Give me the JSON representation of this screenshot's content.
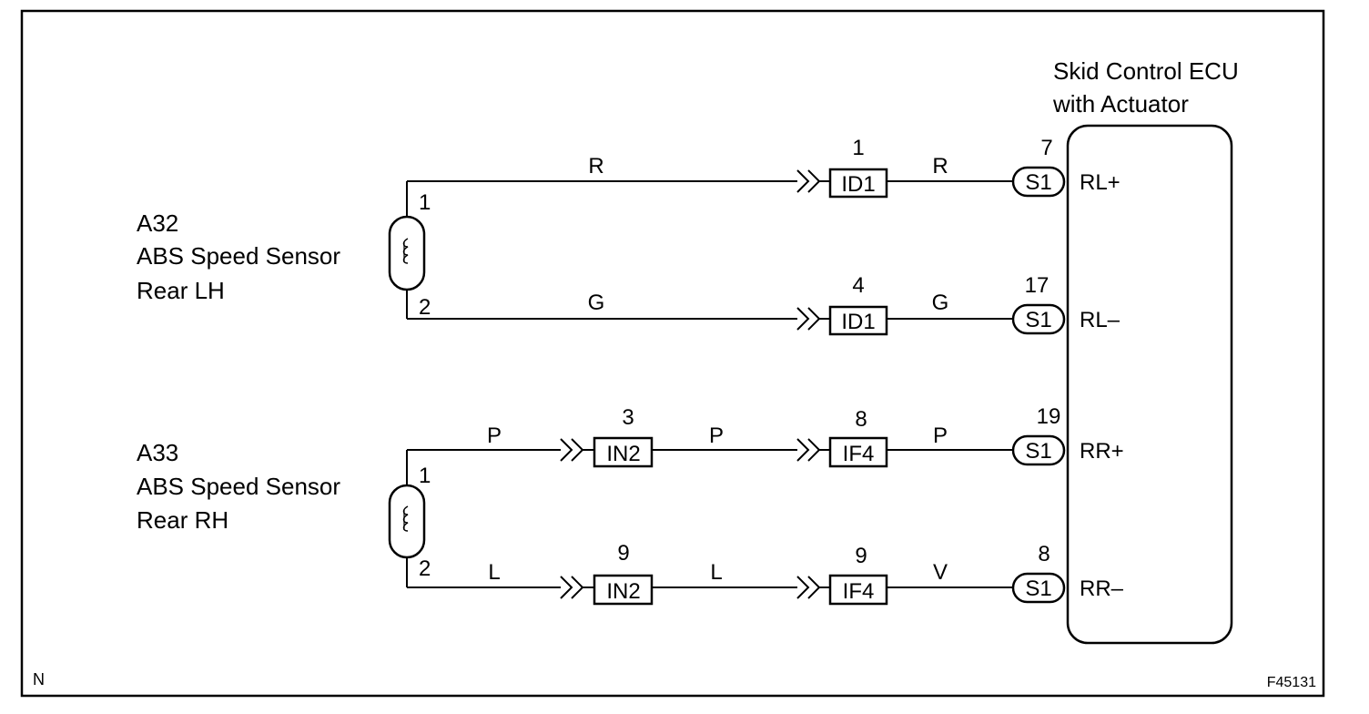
{
  "ecu": {
    "name_line1": "Skid Control ECU",
    "name_line2": "with Actuator",
    "pins": [
      {
        "number": "7",
        "connector": "S1",
        "terminal": "RL+"
      },
      {
        "number": "17",
        "connector": "S1",
        "terminal": "RL–"
      },
      {
        "number": "19",
        "connector": "S1",
        "terminal": "RR+"
      },
      {
        "number": "8",
        "connector": "S1",
        "terminal": "RR–"
      }
    ]
  },
  "sensors": [
    {
      "code": "A32",
      "name": "ABS Speed Sensor",
      "side": "Rear LH",
      "pin_top": "1",
      "pin_bottom": "2"
    },
    {
      "code": "A33",
      "name": "ABS Speed Sensor",
      "side": "Rear RH",
      "pin_top": "1",
      "pin_bottom": "2"
    }
  ],
  "connectors": {
    "id1_top": {
      "label": "ID1",
      "pin": "1"
    },
    "id1_bottom": {
      "label": "ID1",
      "pin": "4"
    },
    "in2_top": {
      "label": "IN2",
      "pin": "3"
    },
    "in2_bottom": {
      "label": "IN2",
      "pin": "9"
    },
    "if4_top": {
      "label": "IF4",
      "pin": "8"
    },
    "if4_bottom": {
      "label": "IF4",
      "pin": "9"
    }
  },
  "wire_colors": {
    "w1_a": "R",
    "w1_b": "R",
    "w2_a": "G",
    "w2_b": "G",
    "w3_a": "P",
    "w3_b": "P",
    "w3_c": "P",
    "w4_a": "L",
    "w4_b": "L",
    "w4_c": "V"
  },
  "corner_left": "N",
  "figure_id": "F45131"
}
